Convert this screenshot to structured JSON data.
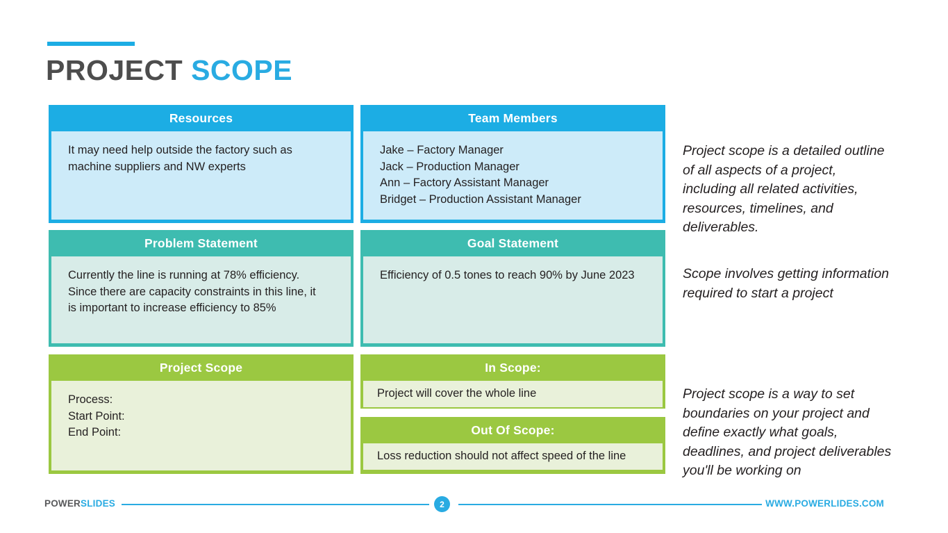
{
  "title": {
    "part1": "PROJECT",
    "part2": "SCOPE"
  },
  "colors": {
    "blue_header": "#1CADE4",
    "blue_body": "#CDEBF9",
    "teal_header": "#3EBCB0",
    "teal_body": "#D8ECE8",
    "green_header": "#9BC841",
    "green_body": "#E9F1DA",
    "title_dark": "#4D4D4D",
    "title_accent": "#29ABE2"
  },
  "cards": {
    "resources": {
      "header": "Resources",
      "lines": [
        "It may need help outside the factory such as",
        "machine suppliers and NW experts"
      ]
    },
    "team_members": {
      "header": "Team Members",
      "lines": [
        "Jake – Factory Manager",
        "Jack – Production Manager",
        "Ann – Factory Assistant Manager",
        "Bridget – Production Assistant Manager"
      ]
    },
    "problem_statement": {
      "header": "Problem Statement",
      "lines": [
        "Currently the line is running at 78% efficiency.",
        "Since there are capacity constraints in this line, it",
        "is important to increase efficiency to 85%"
      ]
    },
    "goal_statement": {
      "header": "Goal Statement",
      "lines": [
        "Efficiency of 0.5 tones to reach 90% by June 2023"
      ]
    },
    "project_scope": {
      "header": "Project Scope",
      "lines": [
        "Process:",
        "Start Point:",
        "End Point:"
      ]
    },
    "in_scope": {
      "header": "In Scope:",
      "lines": [
        "Project will cover the whole line"
      ]
    },
    "out_of_scope": {
      "header": "Out Of Scope:",
      "lines": [
        "Loss reduction should not affect speed of the line"
      ]
    }
  },
  "notes": [
    {
      "lines": [
        "Project scope is a detailed outline",
        "of all aspects of a project,",
        "including all related activities,",
        "resources, timelines, and",
        "deliverables."
      ]
    },
    {
      "lines": [
        "Scope involves getting information",
        "required to start a project"
      ]
    },
    {
      "lines": [
        "Project scope is a way to set",
        "boundaries on your project and",
        "define exactly what goals,",
        "deadlines, and project deliverables",
        "you'll be working on"
      ]
    }
  ],
  "footer": {
    "logo_part1": "POWER",
    "logo_part2": "SLIDES",
    "page_number": "2",
    "url": "WWW.POWERLIDES.COM"
  }
}
